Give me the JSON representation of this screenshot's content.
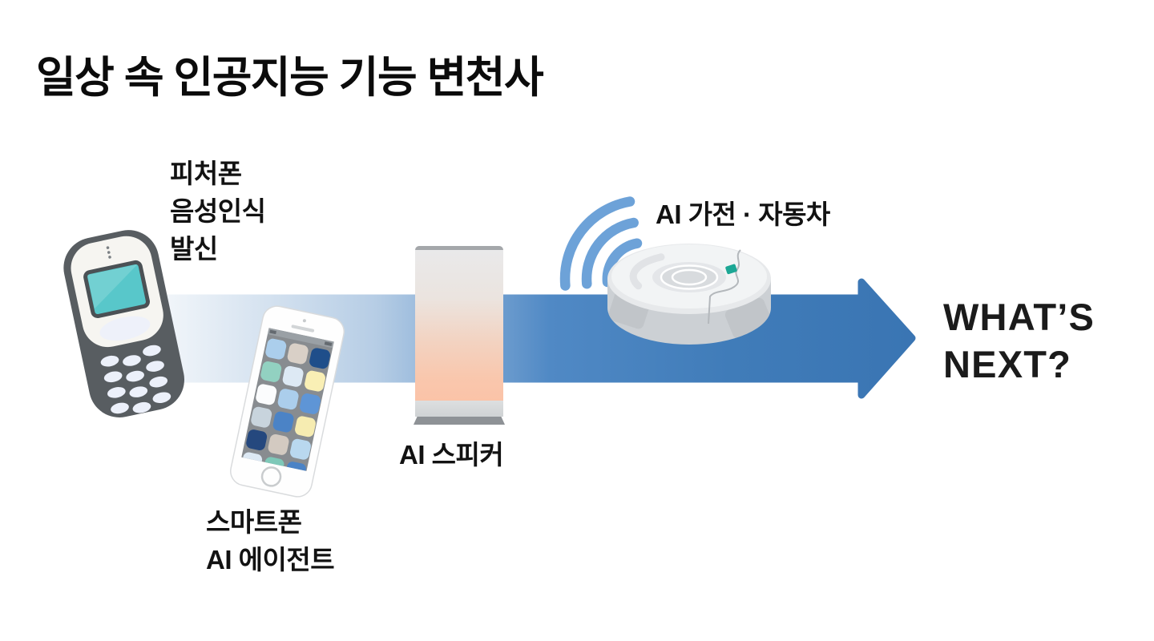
{
  "title": "일상 속 인공지능 기능 변천사",
  "stages": [
    {
      "key": "feature-phone",
      "lines": [
        "피처폰",
        "음성인식",
        "발신"
      ]
    },
    {
      "key": "smartphone",
      "lines": [
        "스마트폰",
        "AI 에이전트"
      ]
    },
    {
      "key": "ai-speaker",
      "lines": [
        "AI 스피커"
      ]
    },
    {
      "key": "ai-appliance-car",
      "lines": [
        "AI 가전 · 자동차"
      ]
    }
  ],
  "arrow": {
    "lines": [
      "WHAT’S",
      "NEXT?"
    ]
  },
  "icons": {
    "timeline_arrow": "right-arrow",
    "wifi": "wifi-signal-icon",
    "feature_phone": "feature-phone-illustration",
    "smartphone": "smartphone-illustration",
    "ai_speaker": "smart-speaker-illustration",
    "robot_vacuum": "robot-vacuum-illustration"
  },
  "colors": {
    "background": "#ffffff",
    "text": "#111111",
    "arrow_start": "#ffffff",
    "arrow_light": "#b6cde5",
    "arrow_mid": "#5089c5",
    "arrow_end": "#3a75b3",
    "wifi_blue": "#6da2d8",
    "feature_phone_body": "#585d61",
    "feature_phone_screen_teal": "#58c7ca",
    "speaker_glow_peach": "#fbc3a8",
    "vacuum_body_gray": "#f2f4f5",
    "vacuum_led_teal": "#1ca795"
  }
}
